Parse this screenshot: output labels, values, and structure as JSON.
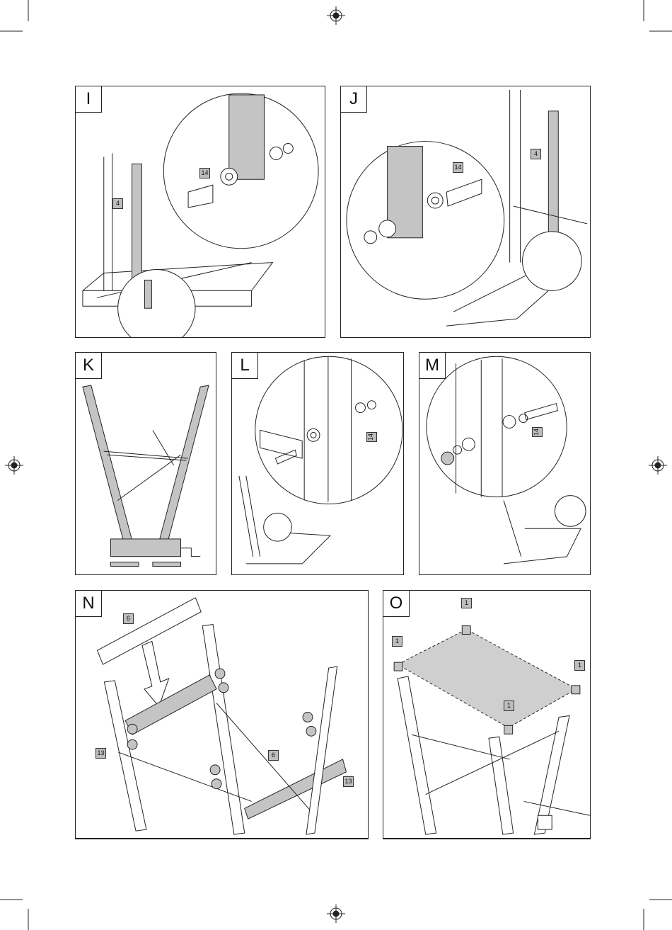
{
  "panels": {
    "I": {
      "label": "I",
      "tags": [
        "14",
        "4"
      ]
    },
    "J": {
      "label": "J",
      "tags": [
        "14",
        "4"
      ]
    },
    "K": {
      "label": "K",
      "tags": []
    },
    "L": {
      "label": "L",
      "tags": [
        "14"
      ]
    },
    "M": {
      "label": "M",
      "tags": [
        "14"
      ]
    },
    "N": {
      "label": "N",
      "tags": [
        "6",
        "13",
        "6",
        "13"
      ]
    },
    "O": {
      "label": "O",
      "tags": [
        "1",
        "1",
        "1",
        "1"
      ]
    }
  },
  "colors": {
    "line": "#222222",
    "part_fill": "#c4c4c4",
    "tag_fill": "#bdbdbd",
    "board": "#cfcfcf"
  }
}
